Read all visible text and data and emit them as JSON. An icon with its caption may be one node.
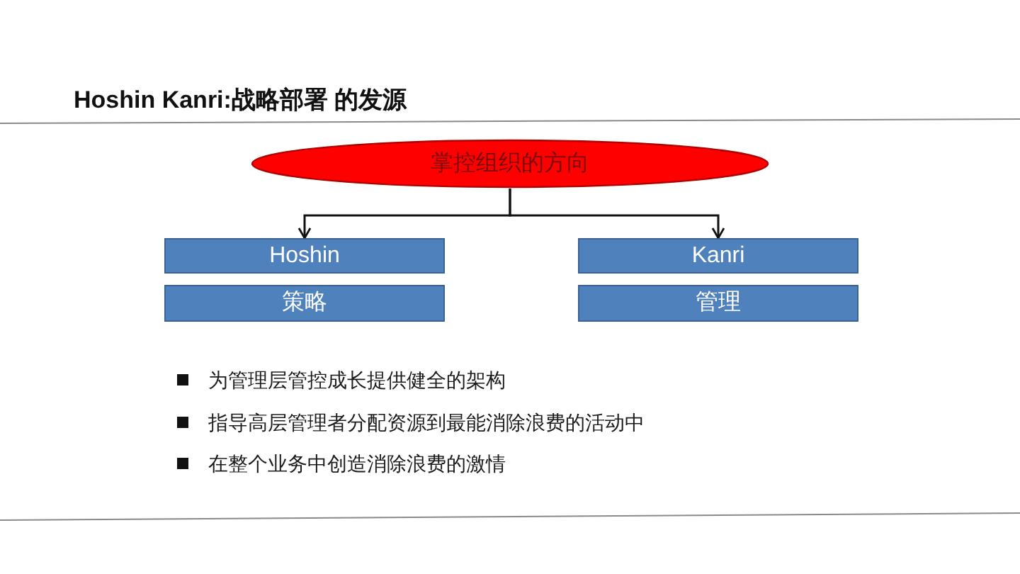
{
  "diagram": {
    "title": "Hoshin Kanri:战略部署 的发源",
    "nodes": [
      {
        "text": [
          "掌控组织的方向"
        ]
      },
      {
        "text": [
          "Hoshin"
        ]
      },
      {
        "text": [
          "策略"
        ]
      },
      {
        "text": [
          "Kanri"
        ]
      },
      {
        "text": [
          "管理"
        ]
      }
    ],
    "edges": [
      {
        "from": 0,
        "to": 1,
        "arrow": "to"
      },
      {
        "from": 0,
        "to": 3,
        "arrow": "to"
      }
    ],
    "labels": [
      "为管理层管控成长提供健全的架构",
      "指导高层管理者分配资源到最能消除浪费的活动中",
      "在整个业务中创造消除浪费的激情"
    ]
  }
}
